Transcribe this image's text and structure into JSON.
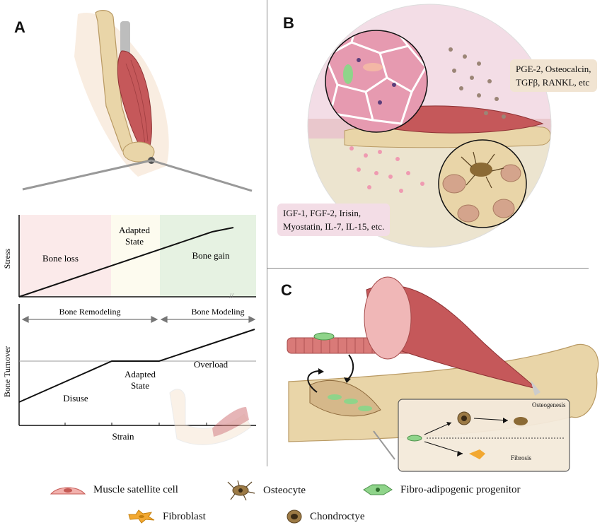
{
  "panels": {
    "a": "A",
    "b": "B",
    "c": "C"
  },
  "stress_chart": {
    "ylabel": "Stress",
    "zones": {
      "loss": "Bone loss",
      "adapted_line1": "Adapted",
      "adapted_line2": "State",
      "gain": "Bone gain"
    }
  },
  "turnover_chart": {
    "ylabel": "Bone Turnover",
    "xlabel": "Strain",
    "remodeling": "Bone Remodeling",
    "modeling": "Bone Modeling",
    "disuse": "Disuse",
    "adapted_line1": "Adapted",
    "adapted_line2": "State",
    "overload": "Overload"
  },
  "panel_b": {
    "osteo_factors_line1": "PGE-2, Osteocalcin,",
    "osteo_factors_line2": "TGFβ, RANKL, etc",
    "muscle_factors_line1": "IGF-1, FGF-2, Irisin,",
    "muscle_factors_line2": "Myostatin, IL-7, IL-15, etc."
  },
  "panel_c": {
    "osteogenesis": "Osteogenesis",
    "fibrosis": "Fibrosis"
  },
  "legend": {
    "satellite": "Muscle satellite cell",
    "osteocyte": "Osteocyte",
    "fap": "Fibro-adipogenic progenitor",
    "fibroblast": "Fibroblast",
    "chondrocyte": "Chondroctye"
  },
  "colors": {
    "bone_loss_zone": "#fbeaea",
    "adapted_zone": "#fdfbef",
    "bone_gain_zone": "#e6f2e2",
    "muscle": "#c5585a",
    "bone": "#e9d5a8",
    "fap": "#8fd48a",
    "fibroblast": "#f2a831"
  },
  "icons": [
    "satellite-cell-icon",
    "osteocyte-icon",
    "fap-icon",
    "fibroblast-icon",
    "chondrocyte-icon"
  ]
}
